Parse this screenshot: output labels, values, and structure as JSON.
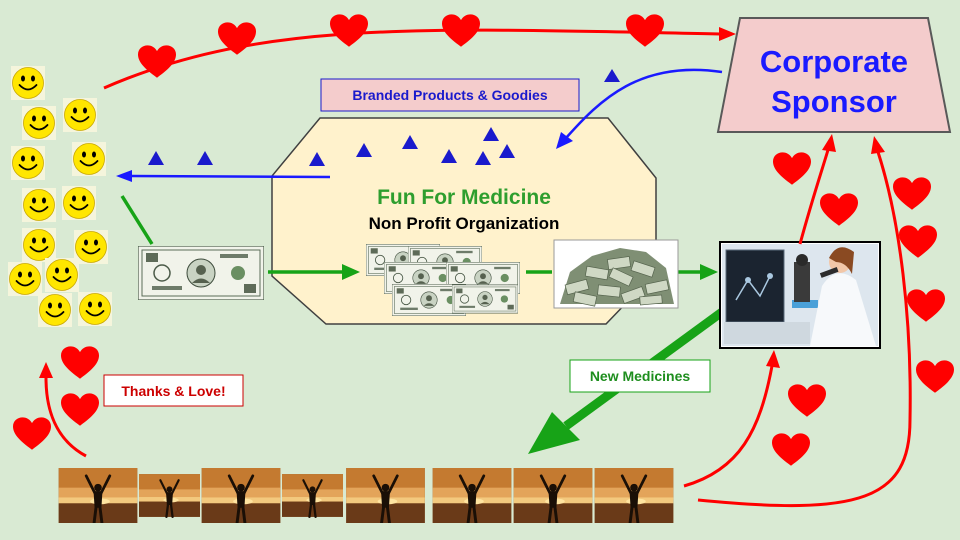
{
  "labels": {
    "branded": "Branded Products & Goodies",
    "org_name": "Fun For Medicine",
    "org_type": "Non Profit Organization",
    "sponsor_line1": "Corporate",
    "sponsor_line2": "Sponsor",
    "new_medicines": "New Medicines",
    "thanks": "Thanks & Love!"
  },
  "colors": {
    "background": "#d9ead3",
    "heart": "#ff0000",
    "arrow_red": "#ff0000",
    "arrow_blue": "#1a1aff",
    "arrow_green": "#17a317",
    "sponsor_fill": "#f4cccc",
    "org_fill": "#fff2cc",
    "branded_text": "#1a1acc",
    "sponsor_text": "#1a1aff",
    "org_name_text": "#2e9e2e",
    "new_medicines_text": "#1e8e1e",
    "thanks_text": "#cc0000",
    "smiley": "#ffe600"
  }
}
